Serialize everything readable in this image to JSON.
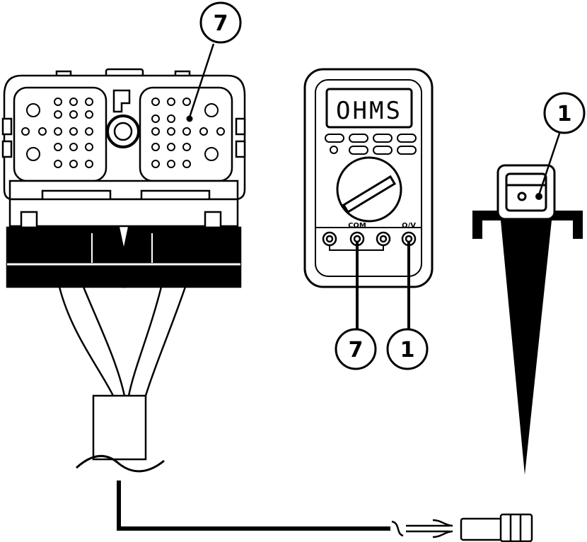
{
  "multimeter": {
    "display": "OHMS",
    "jack_com_label": "COM",
    "jack_ohm_label": "Ω/V"
  },
  "callouts": {
    "connector_pin": "7",
    "probe_com": "7",
    "probe_ohm": "1",
    "ground_terminal": "1"
  },
  "colors": {
    "line": "#000000",
    "background": "#ffffff"
  }
}
